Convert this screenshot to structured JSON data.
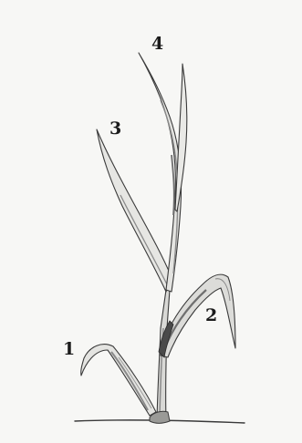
{
  "labels": {
    "leaf_1": "1",
    "leaf_2": "2",
    "leaf_3": "3",
    "leaf_4": "4"
  },
  "colors": {
    "paper": "#f7f7f5",
    "pencil": "#3a3a3a",
    "shade": "#8a8a8a",
    "ink": "#1b1b1b"
  }
}
